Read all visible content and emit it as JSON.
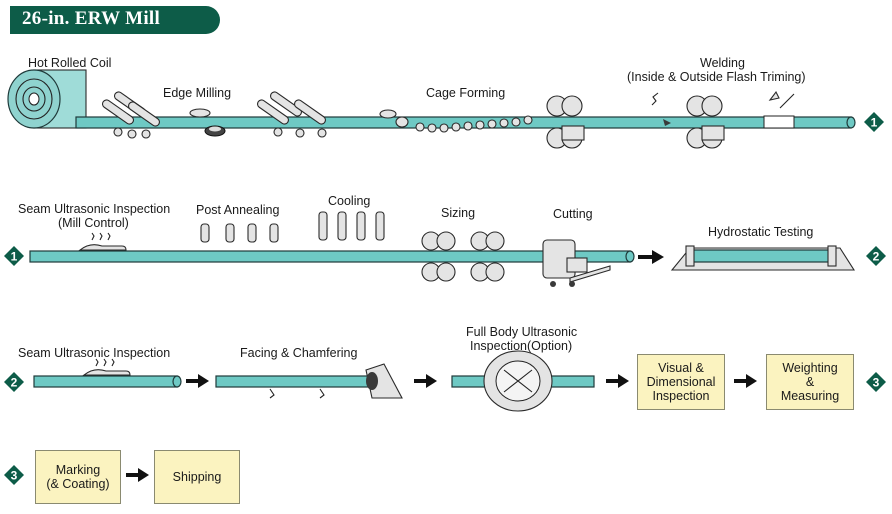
{
  "title": "26-in. ERW Mill",
  "rows": {
    "row1": {
      "hot_rolled_coil": "Hot Rolled Coil",
      "edge_milling": "Edge Milling",
      "cage_forming": "Cage Forming",
      "welding": "Welding",
      "welding_detail": "(Inside & Outside Flash Triming)",
      "end_marker": "1"
    },
    "row2": {
      "start_marker": "1",
      "seam_ut": "Seam Ultrasonic Inspection",
      "seam_ut_detail": "(Mill Control)",
      "post_annealing": "Post Annealing",
      "cooling": "Cooling",
      "sizing": "Sizing",
      "cutting": "Cutting",
      "hydrostatic": "Hydrostatic Testing",
      "end_marker": "2"
    },
    "row3": {
      "start_marker": "2",
      "seam_ut": "Seam Ultrasonic Inspection",
      "facing": "Facing  &  Chamfering",
      "full_body_ut": "Full Body Ultrasonic",
      "full_body_ut_detail": "Inspection(Option)",
      "visual": "Visual &\nDimensional\nInspection",
      "weighting": "Weighting\n&\nMeasuring",
      "end_marker": "3"
    },
    "row4": {
      "start_marker": "3",
      "marking": "Marking\n(& Coating)",
      "shipping": "Shipping"
    }
  },
  "colors": {
    "banner": "#0d5c48",
    "pipe": "#6ec9c4",
    "box_fill": "#fbf3c0",
    "marker": "#0d5c48"
  }
}
